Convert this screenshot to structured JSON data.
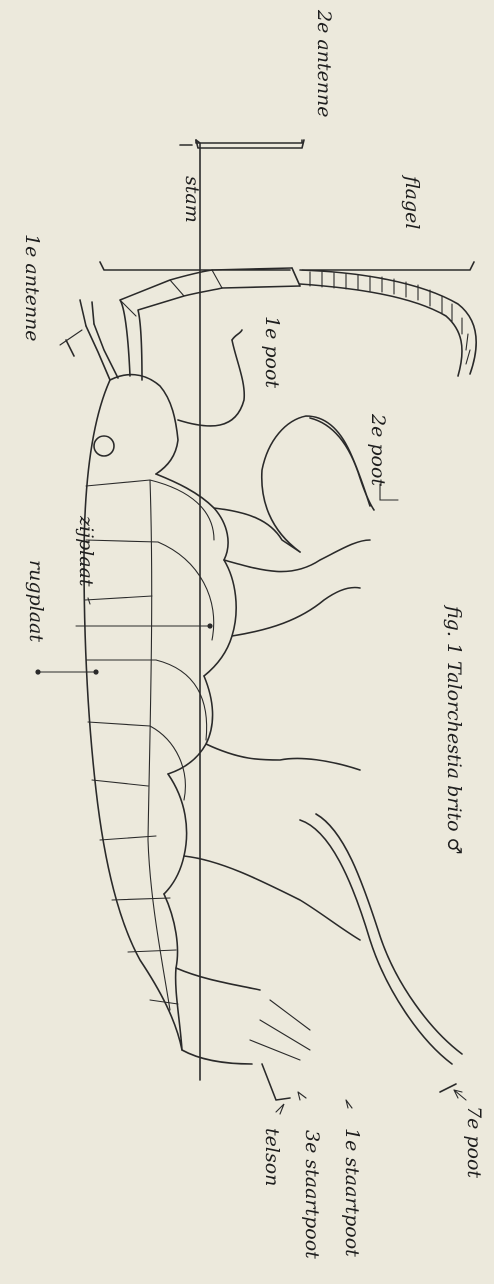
{
  "labels": {
    "antenne_2e": "2e antenne",
    "stam": "stam",
    "flagel": "flagel",
    "antenne_1e": "1e antenne",
    "poot_1e": "1e poot",
    "poot_2e": "2e poot",
    "zijplaat": "zijplaat",
    "rugplaat": "rugplaat",
    "poot_7e": "7e poot",
    "telson": "telson",
    "staartpoot_3e": "3e staartpoot",
    "staartpoot_1e": "1e staartpoot"
  },
  "caption": "fig. 1 Talorchestia brito ♂",
  "colors": {
    "paper": "#ece9dc",
    "ink": "#2a2a2a"
  }
}
